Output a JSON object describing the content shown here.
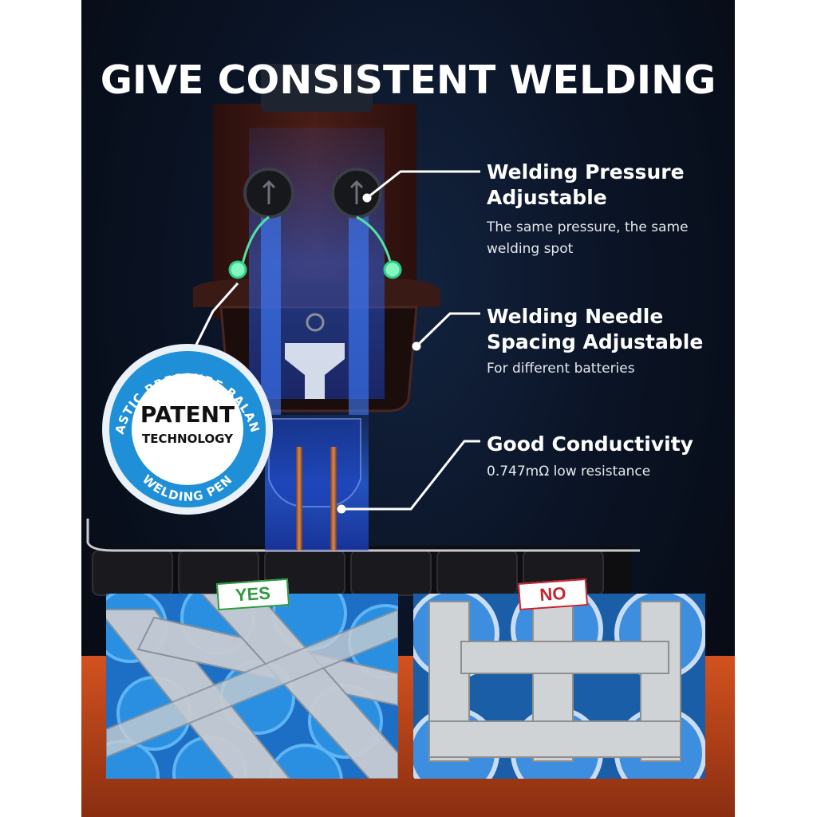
{
  "headline": "GIVE CONSISTENT WELDING",
  "features": [
    {
      "title_line1": "Welding Pressure",
      "title_line2": "Adjustable",
      "desc_line1": "The same pressure, the same",
      "desc_line2": "welding spot"
    },
    {
      "title_line1": "Welding Needle",
      "title_line2": "Spacing Adjustable",
      "desc_line1": "For different batteries",
      "desc_line2": ""
    },
    {
      "title_line1": "Good Conductivity",
      "title_line2": "",
      "desc_line1": "0.747mΩ low resistance",
      "desc_line2": ""
    }
  ],
  "badge": {
    "ring_text": "ELASTIC PRESSURE BALANCE",
    "bottom_text": "WELDING PEN",
    "main_text": "PATENT",
    "sub_text": "TECHNOLOGY"
  },
  "comparison": {
    "good_label": "YES",
    "bad_label": "NO"
  },
  "colors": {
    "accent_blue": "#2f9ae0",
    "yes_green": "#2f9a3f",
    "no_red": "#c8232c",
    "battery_blue": "#2a8fe0"
  }
}
